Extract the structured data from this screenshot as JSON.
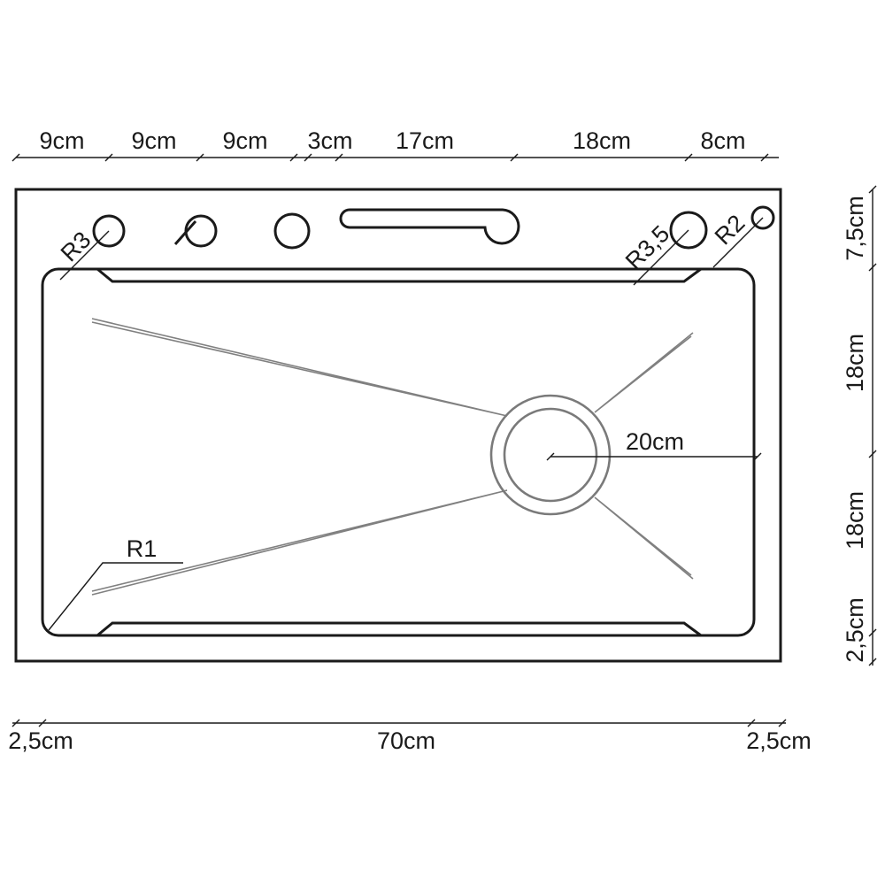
{
  "top_dimensions": [
    "9cm",
    "9cm",
    "9cm",
    "3cm",
    "17cm",
    "18cm",
    "8cm"
  ],
  "right_dimensions": [
    "7,5cm",
    "18cm",
    "18cm",
    "2,5cm"
  ],
  "bottom_dimensions": [
    "2,5cm",
    "70cm",
    "2,5cm"
  ],
  "radius_labels": {
    "hole_left": "R3",
    "hole_right": "R3,5",
    "hole_small": "R2",
    "corner": "R1"
  },
  "drain_label": "20cm"
}
